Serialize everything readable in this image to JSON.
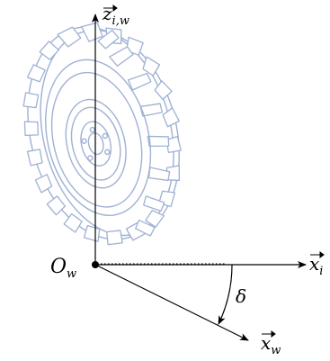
{
  "diagram": {
    "colors": {
      "axis": "#000000",
      "tire_outline": "#9fb1d4",
      "background": "#ffffff"
    },
    "labels": {
      "z_axis": {
        "symbol": "z",
        "subscript": "i,w"
      },
      "x_i_axis": {
        "symbol": "x",
        "subscript": "i"
      },
      "x_w_axis": {
        "symbol": "x",
        "subscript": "w"
      },
      "origin": {
        "symbol": "O",
        "subscript": "w"
      },
      "angle": "δ"
    },
    "icons": [
      "tire-icon",
      "angle-arc-icon",
      "origin-point-icon"
    ]
  }
}
